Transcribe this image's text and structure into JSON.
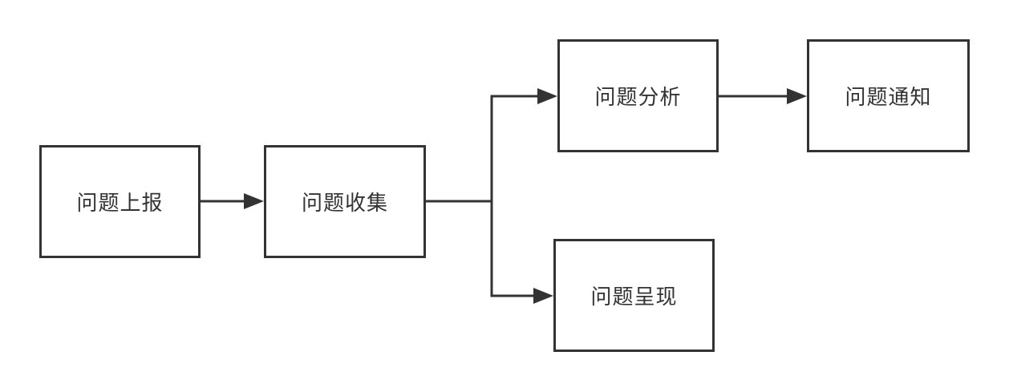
{
  "diagram": {
    "nodes": {
      "report": {
        "label": "问题上报"
      },
      "collect": {
        "label": "问题收集"
      },
      "analyze": {
        "label": "问题分析"
      },
      "notify": {
        "label": "问题通知"
      },
      "present": {
        "label": "问题呈现"
      }
    },
    "edges": [
      {
        "from": "report",
        "to": "collect"
      },
      {
        "from": "collect",
        "to": "analyze"
      },
      {
        "from": "collect",
        "to": "present"
      },
      {
        "from": "analyze",
        "to": "notify"
      }
    ],
    "colors": {
      "stroke": "#333333",
      "text": "#333333",
      "background": "#ffffff"
    }
  }
}
